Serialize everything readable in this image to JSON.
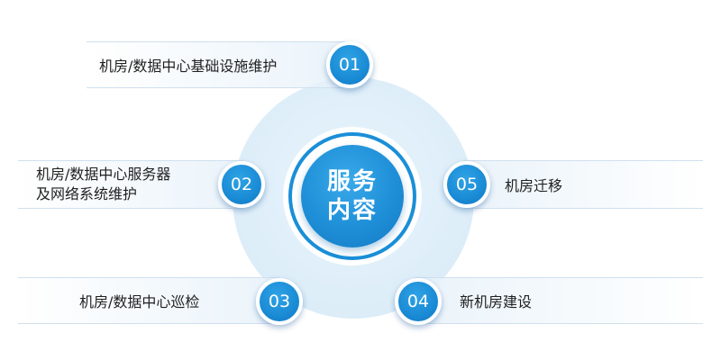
{
  "center": {
    "line1": "服务",
    "line2": "内容"
  },
  "items": [
    {
      "number": "01",
      "label": "机房/数据中心基础设施维护"
    },
    {
      "number": "02",
      "label_line1": "机房/数据中心服务器",
      "label_line2": "及网络系统维护"
    },
    {
      "number": "03",
      "label": "机房/数据中心巡检"
    },
    {
      "number": "04",
      "label": "新机房建设"
    },
    {
      "number": "05",
      "label": "机房迁移"
    }
  ],
  "colors": {
    "accent": "#1a8bd5",
    "halo": "#deeef9",
    "text": "#1f1f1f"
  }
}
